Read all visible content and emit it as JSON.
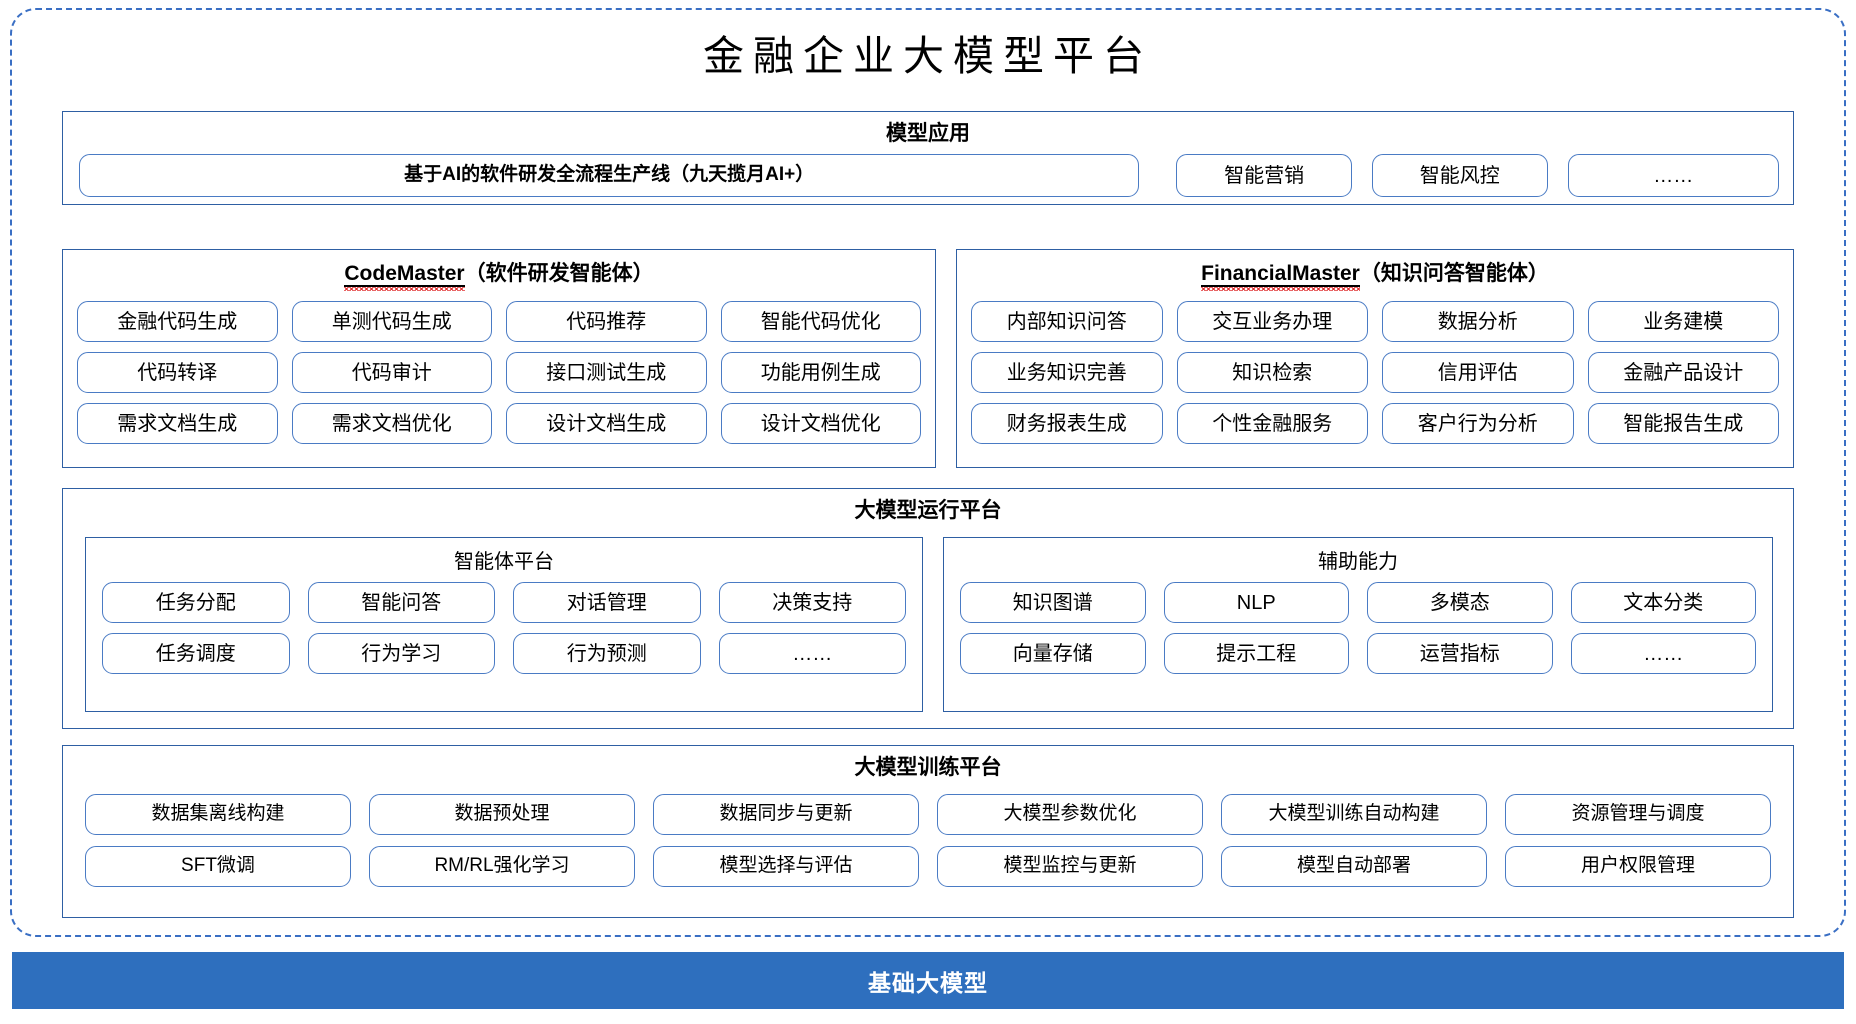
{
  "page": {
    "title": "金融企业大模型平台",
    "accent_blue": "#2E5FA3",
    "pill_border": "#4A7BC4",
    "foundation_bar_color": "#2E6FBE",
    "dashed_border_color": "#3A6FC4",
    "spellcheck_color": "#E03131"
  },
  "sections": {
    "applications": {
      "title": "模型应用",
      "items": [
        "基于AI的软件研发全流程生产线（九天揽月AI+）",
        "智能营销",
        "智能风控",
        "……"
      ]
    },
    "code_master": {
      "title_latin": "CodeMaster",
      "title_cn": "（软件研发智能体）",
      "items": [
        "金融代码生成",
        "单测代码生成",
        "代码推荐",
        "智能代码优化",
        "代码转译",
        "代码审计",
        "接口测试生成",
        "功能用例生成",
        "需求文档生成",
        "需求文档优化",
        "设计文档生成",
        "设计文档优化"
      ]
    },
    "financial_master": {
      "title_latin": "FinancialMaster",
      "title_cn": "（知识问答智能体）",
      "items": [
        "内部知识问答",
        "交互业务办理",
        "数据分析",
        "业务建模",
        "业务知识完善",
        "知识检索",
        "信用评估",
        "金融产品设计",
        "财务报表生成",
        "个性金融服务",
        "客户行为分析",
        "智能报告生成"
      ]
    },
    "runtime_platform": {
      "title": "大模型运行平台",
      "agent_platform": {
        "title": "智能体平台",
        "items": [
          "任务分配",
          "智能问答",
          "对话管理",
          "决策支持",
          "任务调度",
          "行为学习",
          "行为预测",
          "……"
        ]
      },
      "auxiliary_capability": {
        "title": "辅助能力",
        "items": [
          "知识图谱",
          "NLP",
          "多模态",
          "文本分类",
          "向量存储",
          "提示工程",
          "运营指标",
          "……"
        ]
      }
    },
    "training_platform": {
      "title": "大模型训练平台",
      "items": [
        "数据集离线构建",
        "数据预处理",
        "数据同步与更新",
        "大模型参数优化",
        "大模型训练自动构建",
        "资源管理与调度",
        "SFT微调",
        "RM/RL强化学习",
        "模型选择与评估",
        "模型监控与更新",
        "模型自动部署",
        "用户权限管理"
      ]
    },
    "foundation": {
      "label": "基础大模型"
    }
  }
}
